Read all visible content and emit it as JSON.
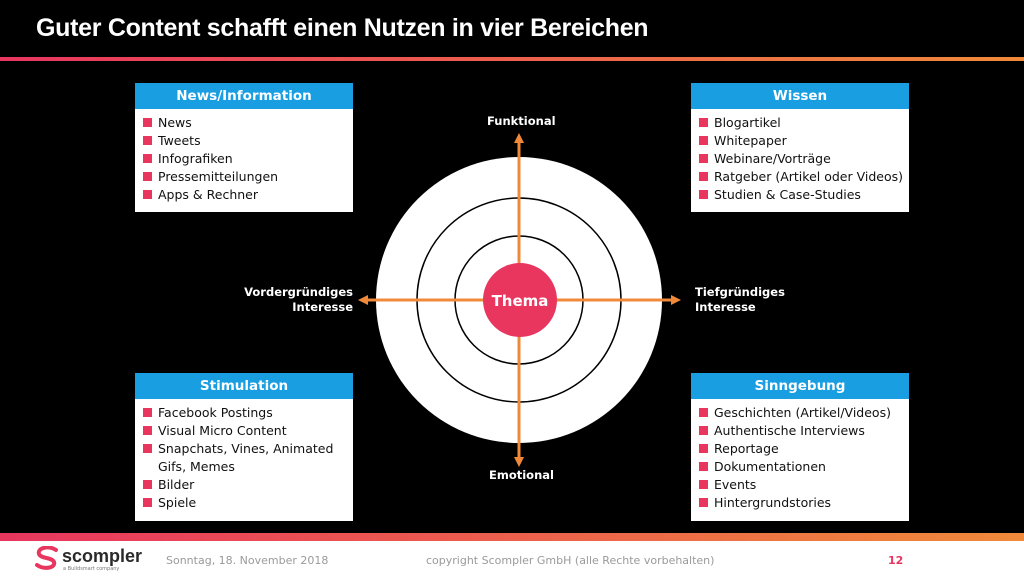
{
  "title": "Guter Content schafft einen Nutzen in vier Bereichen",
  "colors": {
    "accent": "#e8365f",
    "box_header": "#1a9ee2",
    "arrow": "#f08a3a"
  },
  "diagram": {
    "center": "Thema",
    "axis_top": "Funktional",
    "axis_bottom": "Emotional",
    "axis_left_1": "Vordergründiges",
    "axis_left_2": "Interesse",
    "axis_right_1": "Tiefgründiges",
    "axis_right_2": "Interesse"
  },
  "boxes": {
    "news": {
      "heading": "News/Information",
      "items": [
        "News",
        "Tweets",
        "Infografiken",
        "Pressemitteilungen",
        "Apps & Rechner"
      ]
    },
    "wissen": {
      "heading": "Wissen",
      "items": [
        "Blogartikel",
        "Whitepaper",
        "Webinare/Vorträge",
        "Ratgeber (Artikel oder Videos)",
        "Studien & Case-Studies"
      ]
    },
    "stimulation": {
      "heading": "Stimulation",
      "items": [
        "Facebook Postings",
        "Visual Micro Content",
        "Snapchats, Vines, Animated Gifs, Memes",
        "Bilder",
        "Spiele"
      ]
    },
    "sinngebung": {
      "heading": "Sinngebung",
      "items": [
        "Geschichten (Artikel/Videos)",
        "Authentische Interviews",
        "Reportage",
        "Dokumentationen",
        "Events",
        "Hintergrundstories"
      ]
    }
  },
  "footer": {
    "logo_text": "scompler",
    "logo_sub": "a Buildsmart company",
    "date": "Sonntag, 18. November 2018",
    "copyright": "copyright Scompler GmbH (alle Rechte vorbehalten)",
    "page": "12"
  }
}
